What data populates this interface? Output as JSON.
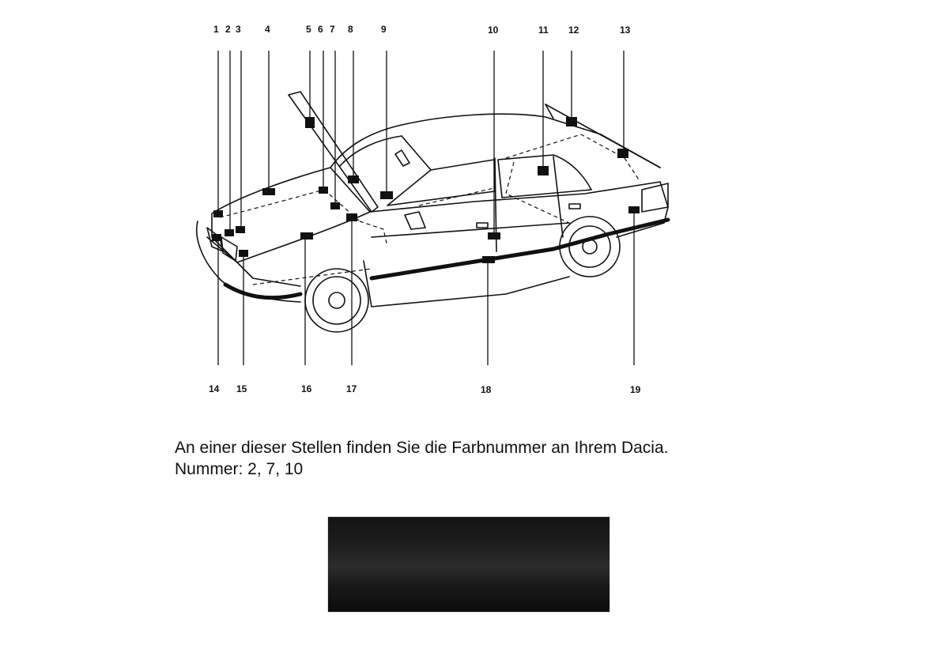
{
  "callouts_top": [
    "1",
    "2",
    "3",
    "4",
    "5",
    "6",
    "7",
    "8",
    "9",
    "10",
    "11",
    "12",
    "13"
  ],
  "callouts_bottom": [
    "14",
    "15",
    "16",
    "17",
    "18",
    "19"
  ],
  "caption": {
    "line1": "An einer dieser Stellen finden Sie die Farbnummer an Ihrem Dacia.",
    "line2": "Nummer: 2, 7, 10"
  },
  "swatch": {
    "color": "#1a1a1a"
  }
}
